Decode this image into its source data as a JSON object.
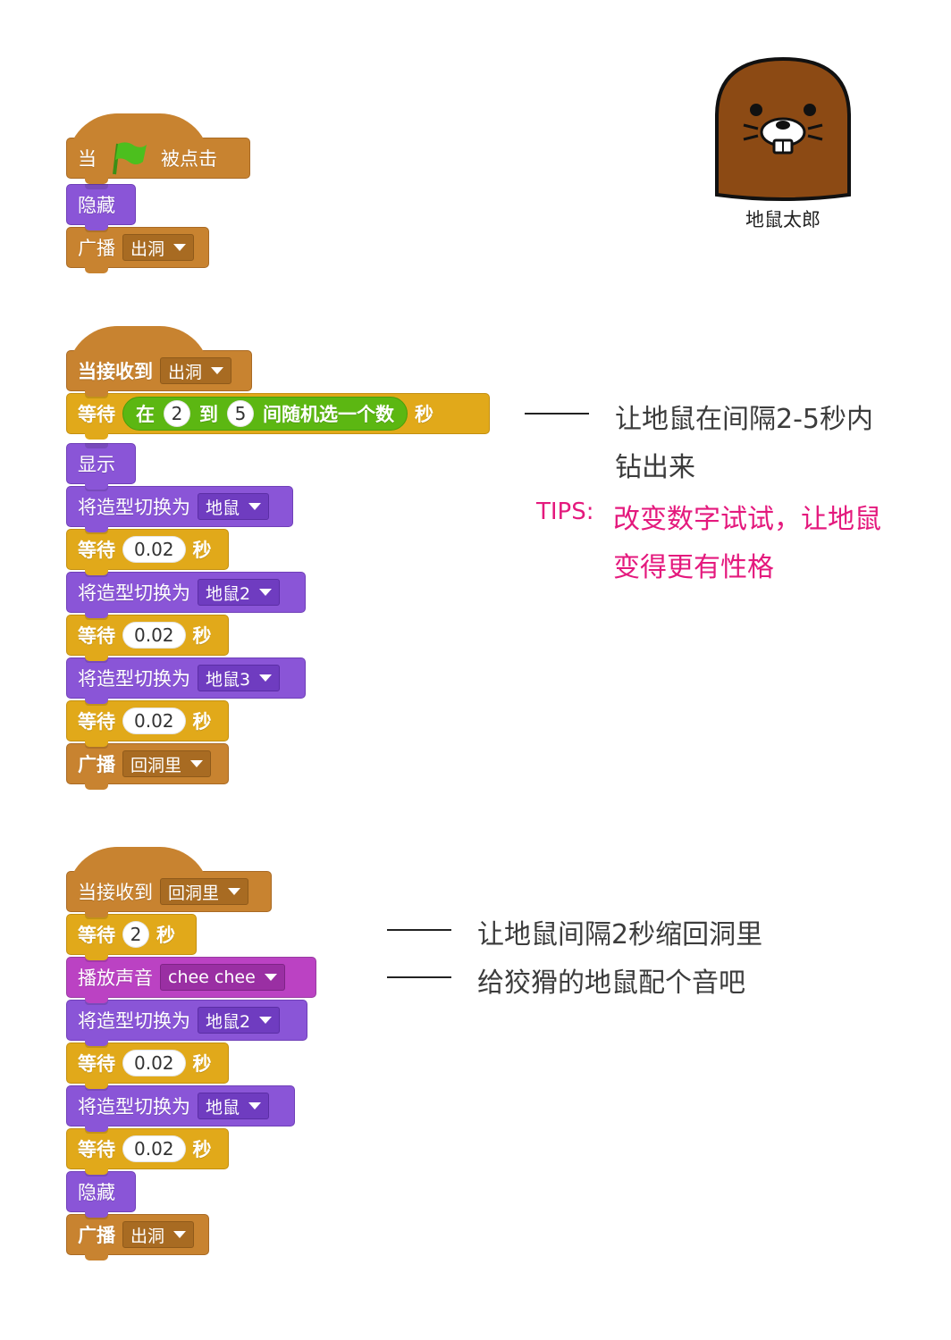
{
  "script1": {
    "hat_prefix": "当",
    "hat_suffix": "被点击",
    "hide": "隐藏",
    "broadcast": "广播",
    "broadcast_msg": "出洞"
  },
  "script2": {
    "hat": "当接收到",
    "hat_msg": "出洞",
    "wait": "等待",
    "rand_in": "在",
    "rand_from": "2",
    "rand_to_word": "到",
    "rand_to": "5",
    "rand_suffix": "间随机选一个数",
    "sec": "秒",
    "show": "显示",
    "switch": "将造型切换为",
    "costume1": "地鼠",
    "costume2": "地鼠2",
    "costume3": "地鼠3",
    "wait_val": "0.02",
    "broadcast": "广播",
    "broadcast_msg": "回洞里"
  },
  "script3": {
    "hat": "当接收到",
    "hat_msg": "回洞里",
    "wait": "等待",
    "wait_first": "2",
    "sec": "秒",
    "play_sound": "播放声音",
    "sound_name": "chee chee",
    "switch": "将造型切换为",
    "costume2": "地鼠2",
    "costume1": "地鼠",
    "wait_val": "0.02",
    "hide": "隐藏",
    "broadcast": "广播",
    "broadcast_msg": "出洞"
  },
  "annotations": {
    "a1_line1": "让地鼠在间隔2-5秒内",
    "a1_line2": "钻出来",
    "tips_label": "TIPS:",
    "tips_line1": "改变数字试试，让地鼠",
    "tips_line2": "变得更有性格",
    "a2": "让地鼠间隔2秒缩回洞里",
    "a3": "给狡猾的地鼠配个音吧"
  },
  "character": {
    "name": "地鼠太郎",
    "icon": "mole-icon"
  },
  "colors": {
    "events": "#c88330",
    "looks": "#8a55d7",
    "control": "#e1a91a",
    "sound": "#bb42c3",
    "operators": "#5cb712",
    "tips": "#e4197d"
  }
}
